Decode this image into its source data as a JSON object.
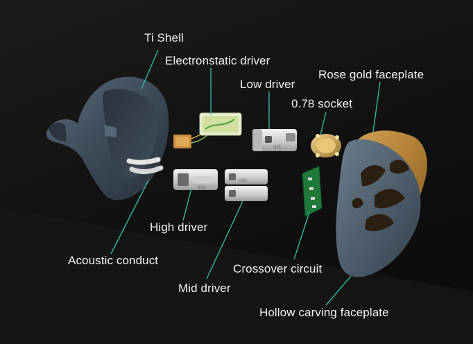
{
  "labels": {
    "ti_shell": "Ti Shell",
    "electrostatic_driver": "Electronstatic driver",
    "low_driver": "Low driver",
    "rose_gold_faceplate": "Rose gold faceplate",
    "socket": "0.78 socket",
    "high_driver": "High driver",
    "acoustic_conduct": "Acoustic conduct",
    "crossover_circuit": "Crossover circuit",
    "mid_driver": "Mid driver",
    "hollow_faceplate": "Hollow carving faceplate"
  },
  "driver_brand": "qdc",
  "colors": {
    "leader_line": "#2fb8a6",
    "label_text": "#f2f2f2",
    "shell": "#3e4c5a",
    "gold": "#b8863a",
    "pcb": "#1f7a3a"
  }
}
